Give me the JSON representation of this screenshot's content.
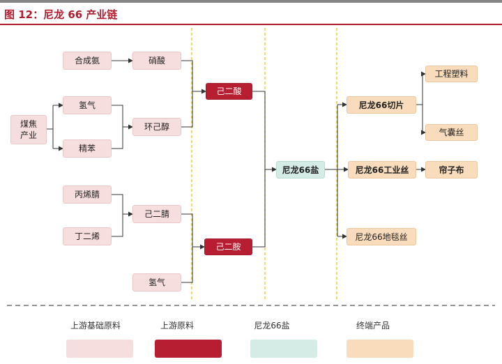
{
  "figure": {
    "title": "图 12：尼龙 66 产业链"
  },
  "nodes": {
    "coal": "煤焦\n产业",
    "syngas": "合成氨",
    "hydrogen1": "氢气",
    "benzene": "精苯",
    "nitric_acid": "硝酸",
    "cyclohexanol": "环己醇",
    "acrylonitrile": "丙烯腈",
    "butadiene": "丁二烯",
    "adiponitrile": "己二腈",
    "hydrogen2": "氢气",
    "adipic_acid": "己二酸",
    "hexamethylenediamine": "己二胺",
    "nylon66_salt": "尼龙66盐",
    "nylon66_chips": "尼龙66切片",
    "nylon66_industrial_yarn": "尼龙66工业丝",
    "nylon66_carpet_yarn": "尼龙66地毯丝",
    "engineering_plastics": "工程塑料",
    "airbag_yarn": "气囊丝",
    "cord_fabric": "帘子布"
  },
  "legend": [
    {
      "label": "上游基础原料",
      "color": "#f7dede"
    },
    {
      "label": "上游原料",
      "color": "#b81e31"
    },
    {
      "label": "尼龙66盐",
      "color": "#d4ebe6"
    },
    {
      "label": "终端产品",
      "color": "#f8dcbb"
    }
  ]
}
